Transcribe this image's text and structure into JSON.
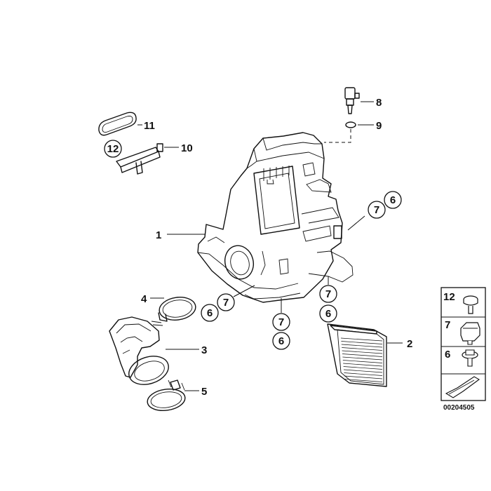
{
  "callouts": {
    "c1": "1",
    "c2": "2",
    "c3": "3",
    "c4": "4",
    "c5": "5",
    "c8": "8",
    "c9": "9",
    "c10": "10",
    "c11": "11",
    "c12": "12",
    "pair_right": {
      "a": "7",
      "b": "6"
    },
    "pair_left": {
      "a": "7",
      "b": "6"
    },
    "pair_mid": {
      "a": "7",
      "b": "6"
    },
    "pair_far": {
      "a": "7",
      "b": "6"
    }
  },
  "legend": {
    "items": [
      {
        "label": "12",
        "icon": "screw-icon"
      },
      {
        "label": "7",
        "icon": "rubber-mount-icon"
      },
      {
        "label": "6",
        "icon": "washer-bolt-icon"
      }
    ],
    "arrow_icon": "arrow-icon"
  },
  "drawing_code": "00204505"
}
